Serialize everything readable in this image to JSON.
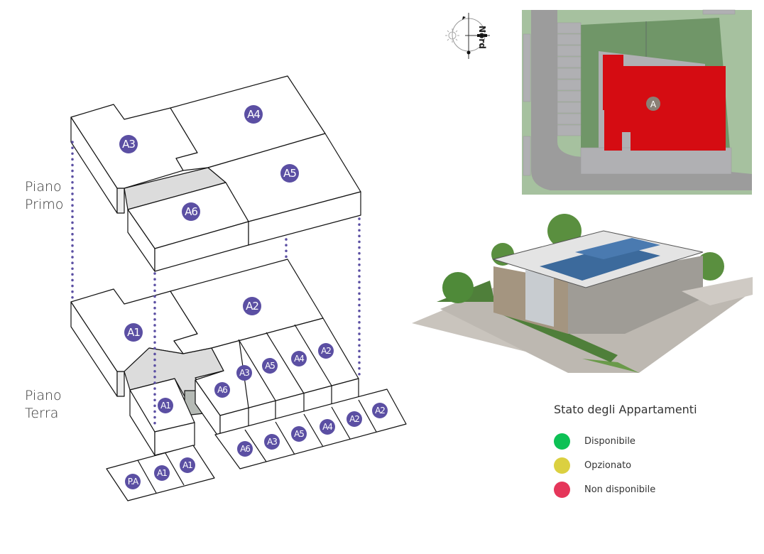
{
  "floors": {
    "first": [
      "Piano",
      "Primo"
    ],
    "ground": [
      "Piano",
      "Terra"
    ]
  },
  "compass": {
    "label": "Nord"
  },
  "site_plan": {
    "building_label": "A",
    "building_color": "#d50c12"
  },
  "upper_units": [
    "A3",
    "A4",
    "A5",
    "A6"
  ],
  "ground_units": [
    "A2",
    "A1"
  ],
  "garage_units": [
    "A3",
    "A5",
    "A4",
    "A2",
    "A6",
    "A1"
  ],
  "parking_units": [
    "A6",
    "A3",
    "A5",
    "A4",
    "A2",
    "A2"
  ],
  "lower_parking_units": [
    "P.A",
    "A1",
    "A1"
  ],
  "badge_color": "#5b4fa3",
  "legend": {
    "title": "Stato degli Appartamenti",
    "items": [
      {
        "label": "Disponibile",
        "color": "#0dc155"
      },
      {
        "label": "Opzionato",
        "color": "#dbd040"
      },
      {
        "label": "Non disponibile",
        "color": "#e5365a"
      }
    ]
  }
}
